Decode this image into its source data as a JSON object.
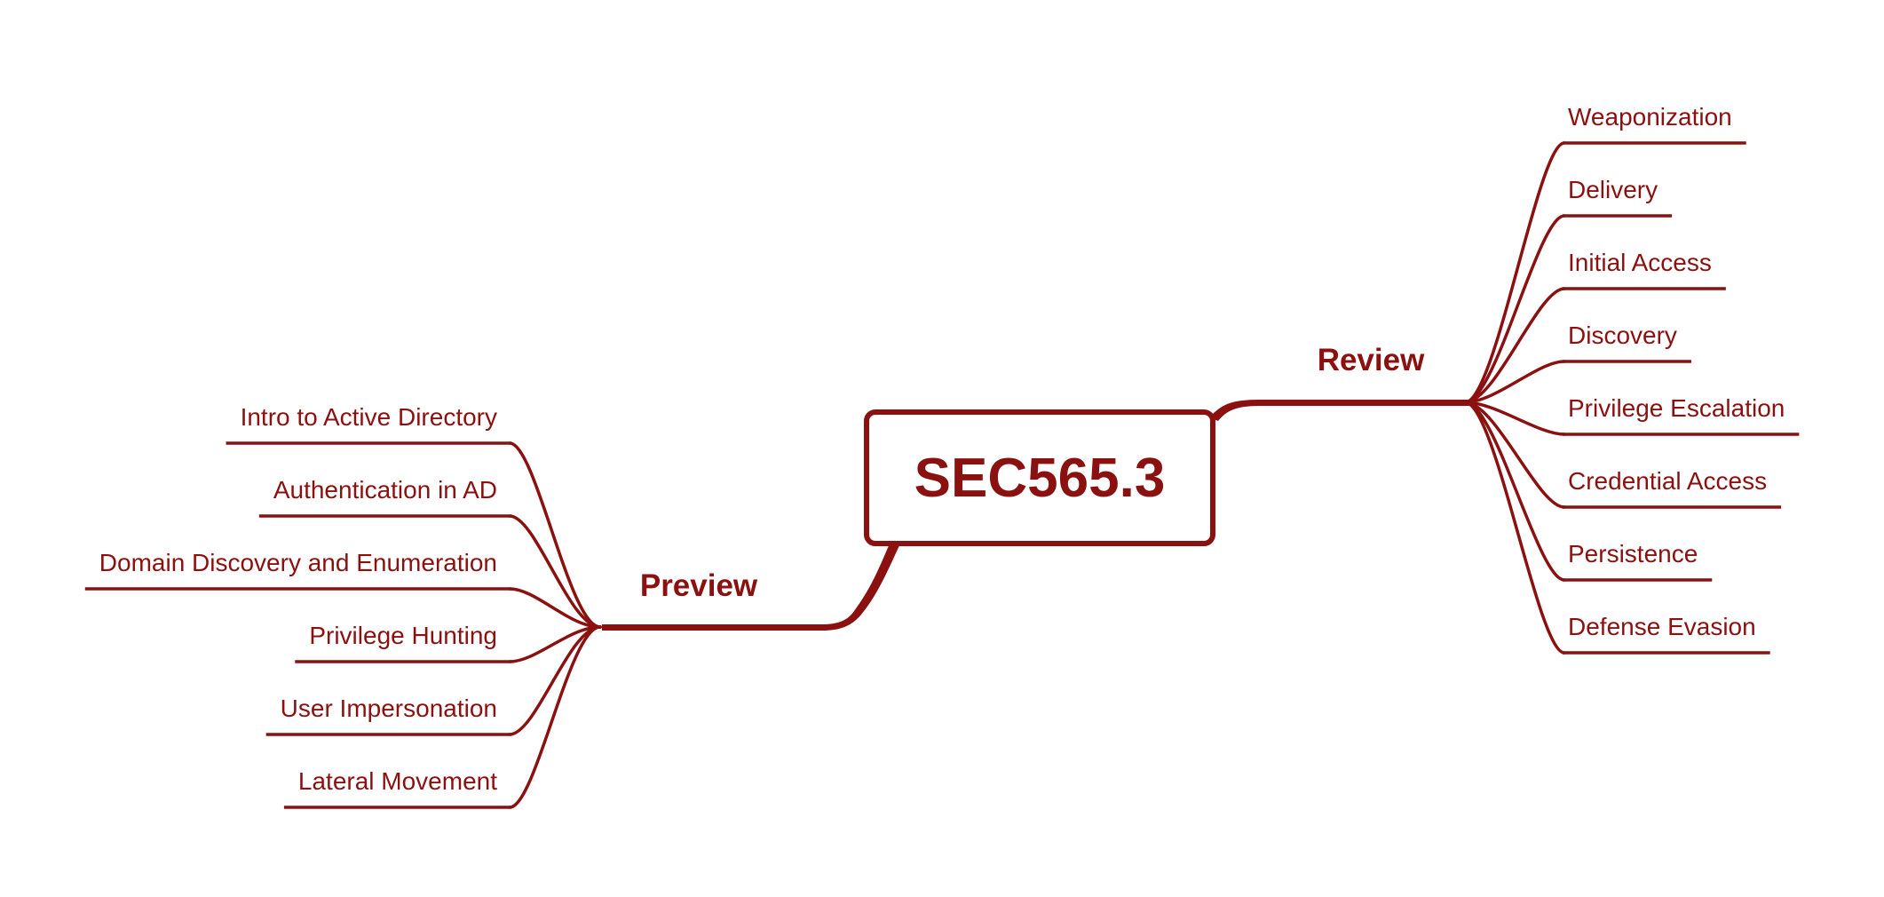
{
  "diagram": {
    "central": "SEC565.3",
    "branches": [
      {
        "label": "Review",
        "leaves": [
          "Weaponization",
          "Delivery",
          "Initial Access",
          "Discovery",
          "Privilege Escalation",
          "Credential Access",
          "Persistence",
          "Defense Evasion"
        ]
      },
      {
        "label": "Preview",
        "leaves": [
          "Intro to Active Directory",
          "Authentication in AD",
          "Domain Discovery and Enumeration",
          "Privilege Hunting",
          "User Impersonation",
          "Lateral Movement"
        ]
      }
    ]
  },
  "colors": {
    "line": "#8b1111",
    "text": "#8b1111",
    "background": "#ffffff"
  }
}
